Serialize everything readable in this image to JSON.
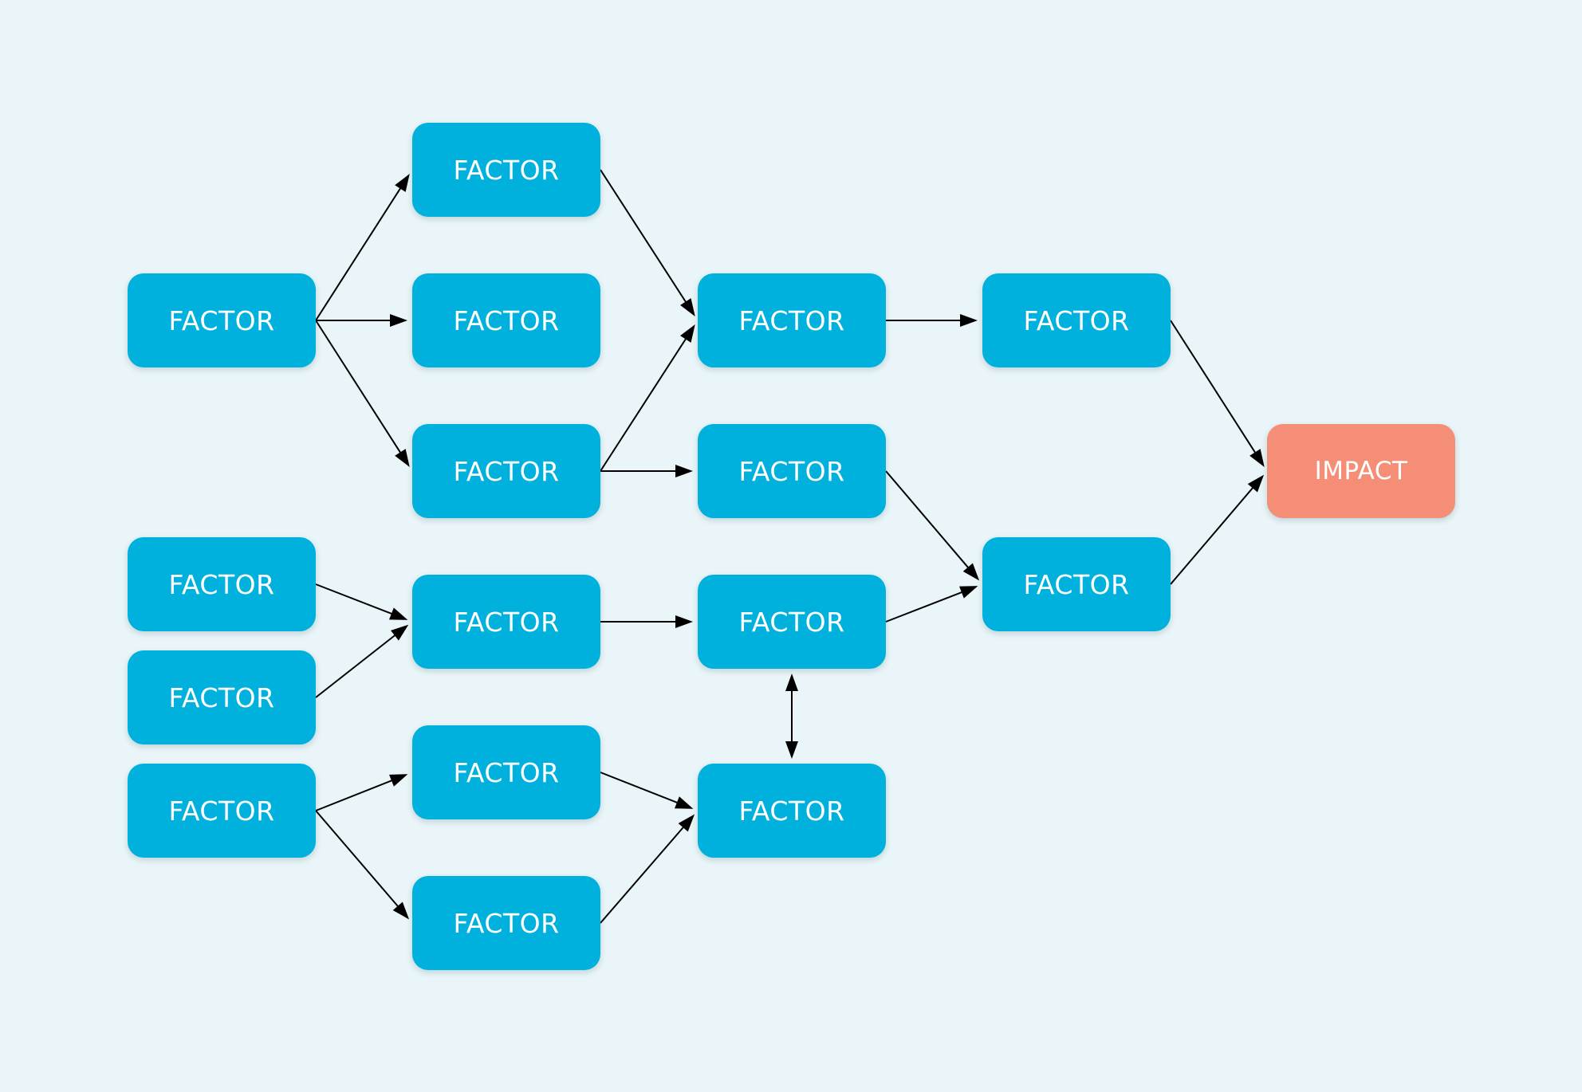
{
  "diagram": {
    "nodes": [
      {
        "id": "n1",
        "label": "FACTOR"
      },
      {
        "id": "n2",
        "label": "FACTOR"
      },
      {
        "id": "n3",
        "label": "FACTOR"
      },
      {
        "id": "n4",
        "label": "FACTOR"
      },
      {
        "id": "n5",
        "label": "FACTOR"
      },
      {
        "id": "n6",
        "label": "FACTOR"
      },
      {
        "id": "n7",
        "label": "FACTOR"
      },
      {
        "id": "n8",
        "label": "IMPACT"
      },
      {
        "id": "n9",
        "label": "FACTOR"
      },
      {
        "id": "n10",
        "label": "FACTOR"
      },
      {
        "id": "n11",
        "label": "FACTOR"
      },
      {
        "id": "n12",
        "label": "FACTOR"
      },
      {
        "id": "n13",
        "label": "FACTOR"
      },
      {
        "id": "n14",
        "label": "FACTOR"
      },
      {
        "id": "n15",
        "label": "FACTOR"
      },
      {
        "id": "n16",
        "label": "FACTOR"
      },
      {
        "id": "n17",
        "label": "FACTOR"
      }
    ],
    "edges": [
      {
        "from": "n1",
        "to": "n2"
      },
      {
        "from": "n1",
        "to": "n3"
      },
      {
        "from": "n1",
        "to": "n4"
      },
      {
        "from": "n2",
        "to": "n5"
      },
      {
        "from": "n4",
        "to": "n5"
      },
      {
        "from": "n4",
        "to": "n7"
      },
      {
        "from": "n5",
        "to": "n6"
      },
      {
        "from": "n6",
        "to": "n8"
      },
      {
        "from": "n7",
        "to": "n12"
      },
      {
        "from": "n12",
        "to": "n8"
      },
      {
        "from": "n9",
        "to": "n10"
      },
      {
        "from": "n13",
        "to": "n10"
      },
      {
        "from": "n10",
        "to": "n11"
      },
      {
        "from": "n11",
        "to": "n12"
      },
      {
        "from": "n11",
        "to": "n16",
        "bidirectional": true
      },
      {
        "from": "n15",
        "to": "n14"
      },
      {
        "from": "n15",
        "to": "n17"
      },
      {
        "from": "n14",
        "to": "n16"
      },
      {
        "from": "n17",
        "to": "n16"
      }
    ],
    "colors": {
      "background": "#e9f5f8",
      "factor": "#00b1de",
      "impact": "#f58e77",
      "text": "#ffffff",
      "edge": "#000000"
    }
  }
}
